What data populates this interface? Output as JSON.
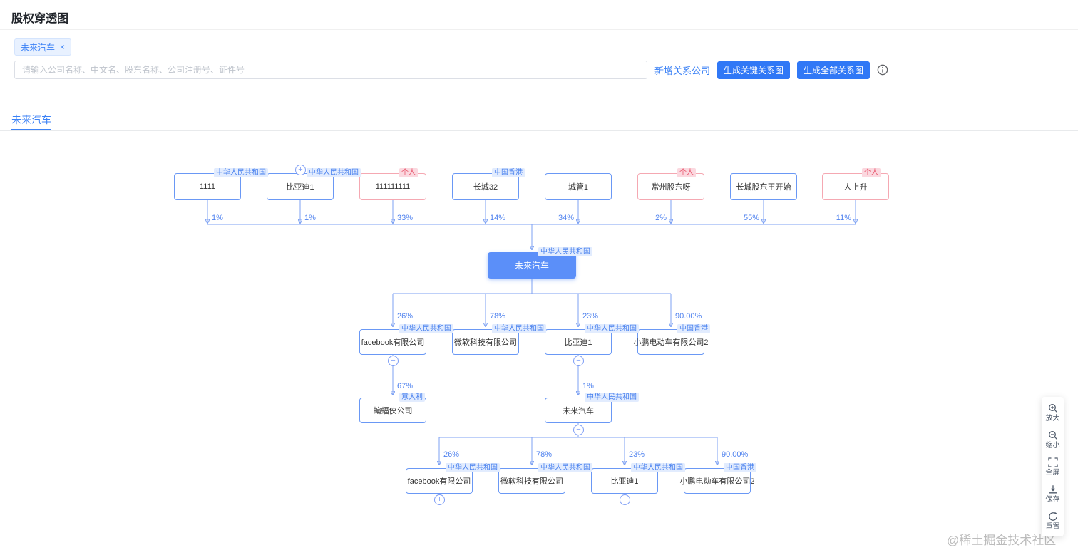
{
  "page": {
    "title": "股权穿透图",
    "watermark": "@稀土掘金技术社区"
  },
  "filter_tag": {
    "label": "未来汽车",
    "close": "×"
  },
  "search": {
    "placeholder": "请输入公司名称、中文名、股东名称、公司注册号、证件号"
  },
  "actions": {
    "add_company": "新增关系公司",
    "generate_key": "生成关键关系图",
    "generate_all": "生成全部关系图"
  },
  "tabs": [
    {
      "label": "未来汽车",
      "active": true
    }
  ],
  "icons": {
    "expand": "+",
    "collapse": "−"
  },
  "toolbar": {
    "items": [
      {
        "icon": "zoom-in-icon",
        "label": "放大"
      },
      {
        "icon": "zoom-out-icon",
        "label": "缩小"
      },
      {
        "icon": "fullscreen-icon",
        "label": "全屏"
      },
      {
        "icon": "save-icon",
        "label": "保存"
      },
      {
        "icon": "reset-icon",
        "label": "重置"
      }
    ]
  },
  "diagram": {
    "root": {
      "label": "未来汽车",
      "tag": "中华人民共和国"
    },
    "shareholders": [
      {
        "label": "1111",
        "tag": "中华人民共和国",
        "percent": "1%",
        "type": "company"
      },
      {
        "label": "比亚迪1",
        "tag": "中华人民共和国",
        "percent": "1%",
        "type": "company",
        "expandable": true
      },
      {
        "label": "111111111",
        "tag": "个人",
        "percent": "33%",
        "type": "person"
      },
      {
        "label": "长城32",
        "tag": "中国香港",
        "percent": "14%",
        "type": "company"
      },
      {
        "label": "城管1",
        "percent": "34%",
        "type": "company"
      },
      {
        "label": "常州股东呀",
        "tag": "个人",
        "percent": "2%",
        "type": "person"
      },
      {
        "label": "长城股东王开始",
        "percent": "55%",
        "type": "company"
      },
      {
        "label": "人上升",
        "tag": "个人",
        "percent": "11%",
        "type": "person"
      }
    ],
    "subsidiaries": [
      {
        "label": "facebook有限公司",
        "tag": "中华人民共和国",
        "percent": "26%",
        "collapsible": true
      },
      {
        "label": "微软科技有限公司",
        "tag": "中华人民共和国",
        "percent": "78%"
      },
      {
        "label": "比亚迪1",
        "tag": "中华人民共和国",
        "percent": "23%",
        "collapsible": true
      },
      {
        "label": "小鹏电动车有限公司2",
        "tag": "中国香港",
        "percent": "90.00%"
      }
    ],
    "grandchildren": [
      {
        "label": "蝙蝠侠公司",
        "tag": "意大利",
        "percent": "67%"
      },
      {
        "label": "未来汽车",
        "tag": "中华人民共和国",
        "percent": "1%",
        "collapsible": true
      }
    ],
    "level3": [
      {
        "label": "facebook有限公司",
        "tag": "中华人民共和国",
        "percent": "26%",
        "expandable": true
      },
      {
        "label": "微软科技有限公司",
        "tag": "中华人民共和国",
        "percent": "78%"
      },
      {
        "label": "比亚迪1",
        "tag": "中华人民共和国",
        "percent": "23%",
        "expandable": true
      },
      {
        "label": "小鹏电动车有限公司2",
        "tag": "中国香港",
        "percent": "90.00%"
      }
    ]
  },
  "colors": {
    "primary": "#3078f6",
    "edge": "#7da1f3",
    "root_fill": "#5b8ff9",
    "company_border": "#6a98f5",
    "person_border": "#f5a8b2",
    "tag_blue_bg": "#e2ecfe",
    "tag_red_bg": "#fbd8df"
  }
}
